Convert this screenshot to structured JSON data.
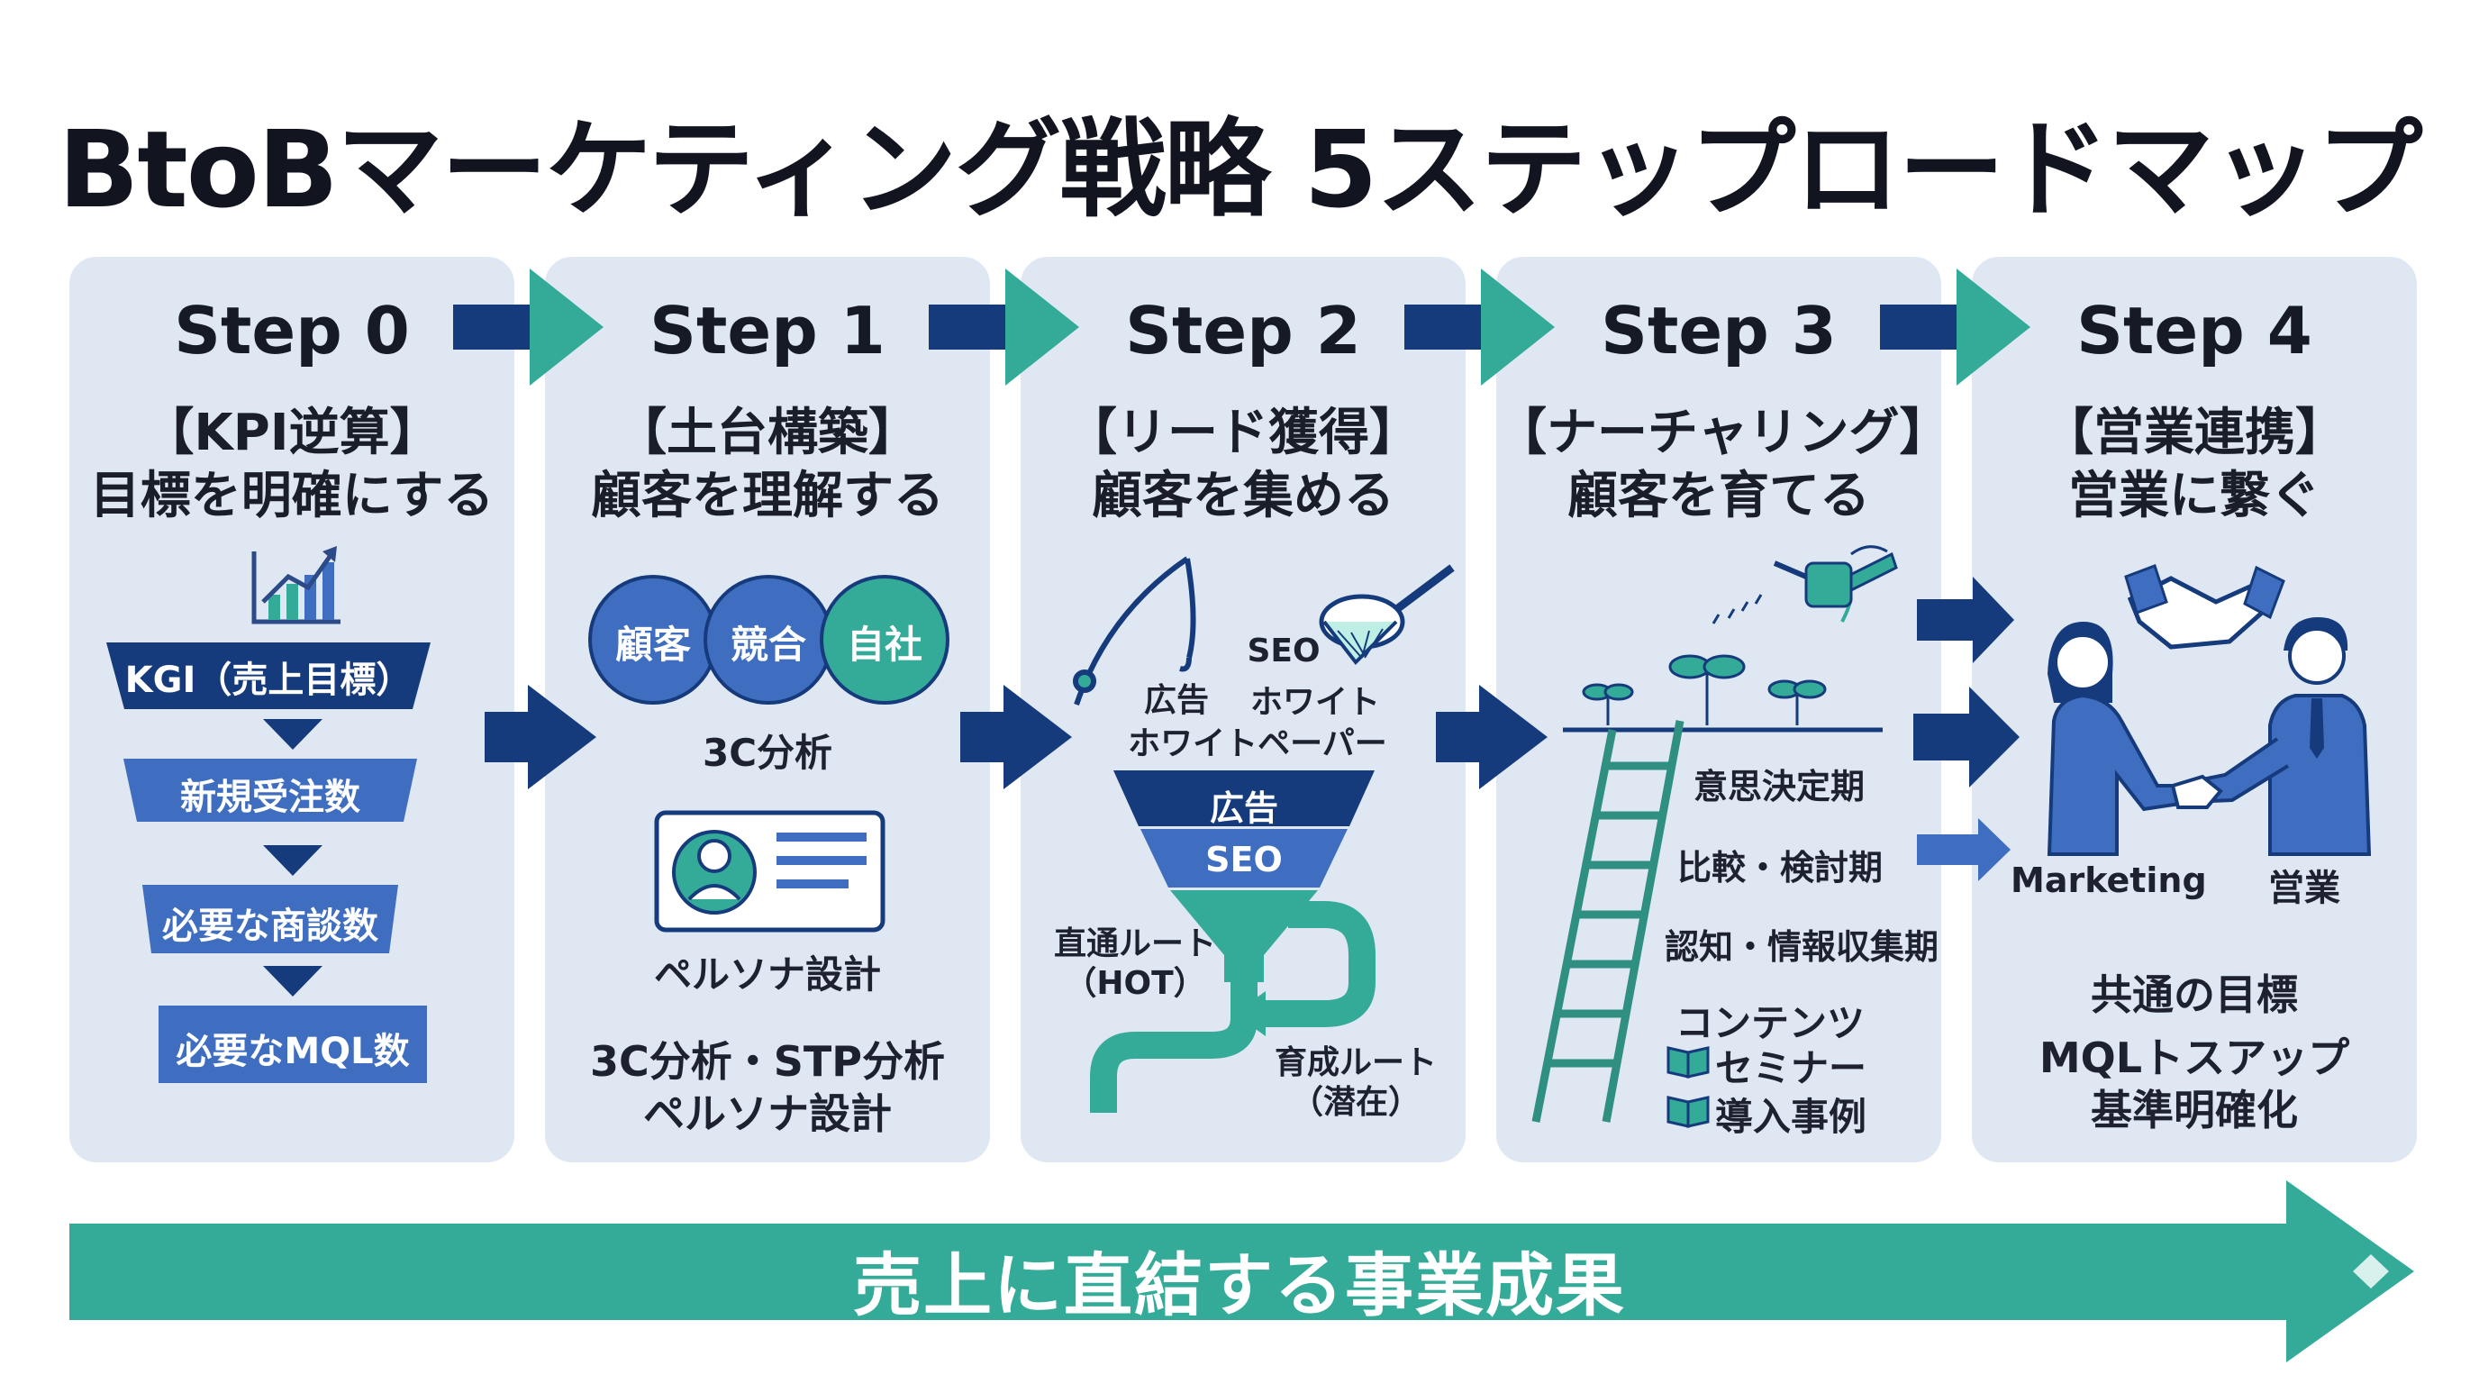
{
  "title": "BtoBマーケティング戦略 5ステップロードマップ",
  "steps": [
    {
      "step": "Step 0",
      "category": "【KPI逆算】",
      "goal": "目標を明確にする",
      "funnel": [
        "KGI（売上目標）",
        "新規受注数",
        "必要な商談数",
        "必要なMQL数"
      ]
    },
    {
      "step": "Step 1",
      "category": "【土台構築】",
      "goal": "顧客を理解する",
      "circles": [
        "顧客",
        "競合",
        "自社"
      ],
      "analysis_label": "3C分析",
      "persona_label": "ペルソナ設計",
      "summary": [
        "3C分析・STP分析",
        "ペルソナ設計"
      ]
    },
    {
      "step": "Step 2",
      "category": "【リード獲得】",
      "goal": "顧客を集める",
      "channels_left": [
        "広告",
        "ホワイトペーパー"
      ],
      "channels_right": [
        "SEO",
        "ホワイト"
      ],
      "funnel_layers": [
        "広告",
        "SEO"
      ],
      "direct_route": [
        "直通ルート",
        "（HOT）"
      ],
      "nurture_route": [
        "育成ルート",
        "（潜在）"
      ]
    },
    {
      "step": "Step 3",
      "category": "【ナーチャリング】",
      "goal": "顧客を育てる",
      "phases": [
        "意思決定期",
        "比較・検討期",
        "認知・情報収集期"
      ],
      "contents_title": "コンテンツ",
      "contents": [
        "セミナー",
        "導入事例"
      ]
    },
    {
      "step": "Step 4",
      "category": "【営業連携】",
      "goal": "営業に繋ぐ",
      "left_role": "Marketing",
      "right_role": "営業",
      "summary": [
        "共通の目標",
        "MQLトスアップ",
        "基準明確化"
      ]
    }
  ],
  "bottom_banner": "売上に直結する事業成果",
  "colors": {
    "navy": "#163b7c",
    "teal": "#34aa98",
    "blue": "#3f6dbf",
    "panel": "#dfe7f3",
    "ink": "#1c1f2b"
  }
}
